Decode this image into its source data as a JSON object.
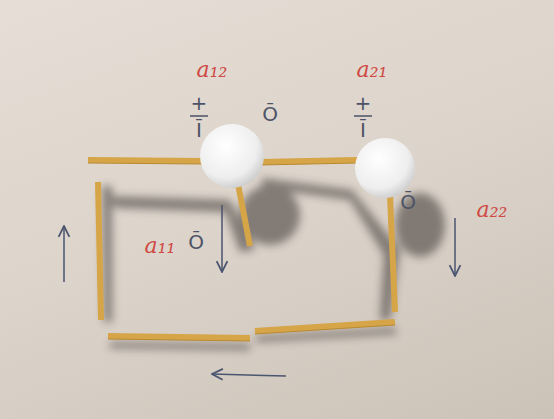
{
  "diagram": {
    "labels": [
      "a₁₂",
      "+",
      "Ī",
      "Ō",
      "a₂₁",
      "+",
      "Ī",
      "a₁₁",
      "Ō",
      "Ō",
      "a₂₂"
    ]
  }
}
